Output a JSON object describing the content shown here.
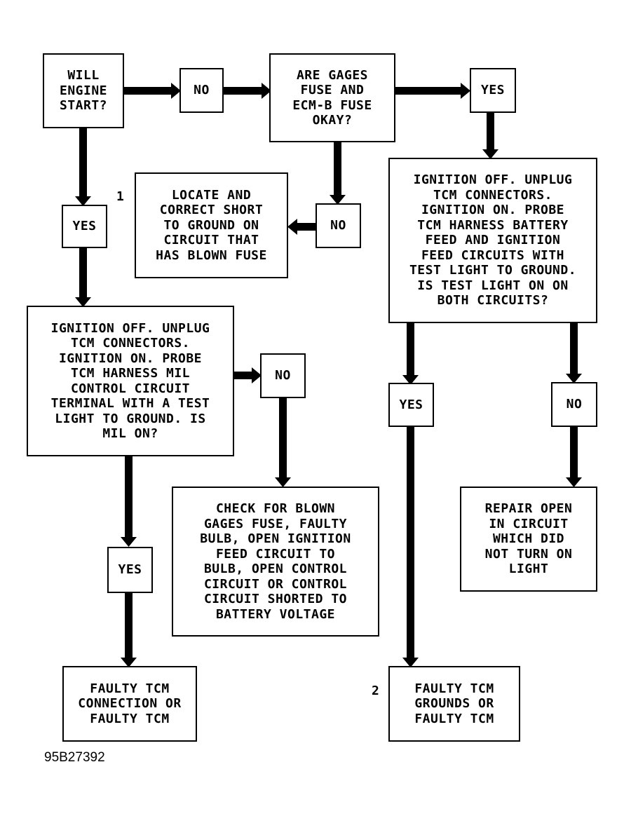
{
  "boxes": {
    "will_engine_start": "WILL\nENGINE\nSTART?",
    "no_1": "NO",
    "gages_fuse_question": "ARE GAGES\nFUSE AND\nECM-B FUSE\nOKAY?",
    "yes_1": "YES",
    "yes_2": "YES",
    "locate_short": "LOCATE AND\nCORRECT SHORT\nTO GROUND ON\nCIRCUIT THAT\nHAS BLOWN FUSE",
    "no_2": "NO",
    "probe_battery_feed": "IGNITION OFF. UNPLUG\nTCM CONNECTORS.\nIGNITION ON. PROBE\nTCM HARNESS BATTERY\nFEED AND IGNITION\nFEED CIRCUITS WITH\nTEST LIGHT TO GROUND.\nIS TEST LIGHT ON ON\nBOTH CIRCUITS?",
    "probe_mil": "IGNITION OFF. UNPLUG\nTCM CONNECTORS.\nIGNITION ON. PROBE\nTCM HARNESS MIL\nCONTROL CIRCUIT\nTERMINAL WITH A TEST\nLIGHT TO GROUND. IS\nMIL ON?",
    "no_3": "NO",
    "yes_3": "YES",
    "no_4": "NO",
    "check_blown_fuse": "CHECK FOR BLOWN\nGAGES FUSE, FAULTY\nBULB, OPEN IGNITION\nFEED CIRCUIT TO\nBULB, OPEN CONTROL\nCIRCUIT OR CONTROL\nCIRCUIT SHORTED TO\nBATTERY VOLTAGE",
    "repair_open": "REPAIR OPEN\nIN CIRCUIT\nWHICH DID\nNOT TURN ON\nLIGHT",
    "yes_4": "YES",
    "faulty_connection": "FAULTY TCM\nCONNECTION OR\nFAULTY TCM",
    "faulty_grounds": "FAULTY TCM\nGROUNDS OR\nFAULTY TCM"
  },
  "labels": {
    "marker_1": "1",
    "marker_2": "2",
    "figure_id": "95B27392"
  }
}
